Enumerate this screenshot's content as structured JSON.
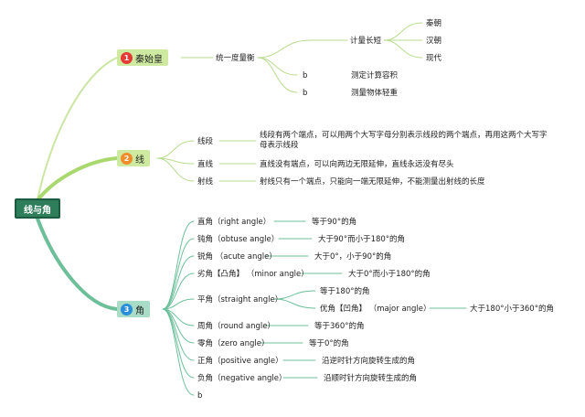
{
  "root": {
    "label": "线与角"
  },
  "branches": [
    {
      "label": "秦始皇",
      "badge": "1",
      "badge_color": "#e53935",
      "color": "#cdeaa0",
      "children": [
        {
          "label": "统一度量衡",
          "children": [
            {
              "label": "计量长短",
              "children": [
                {
                  "label": "秦朝"
                },
                {
                  "label": "汉朝"
                },
                {
                  "label": "现代"
                }
              ]
            },
            {
              "label": "测定计算容积",
              "prefix": "b"
            },
            {
              "label": "测量物体轻重",
              "prefix": "b"
            }
          ]
        }
      ]
    },
    {
      "label": "线",
      "badge": "2",
      "badge_color": "#f08c2a",
      "color": "#cdeaa0",
      "children": [
        {
          "label": "线段",
          "desc": "线段有两个端点，可以用两个大写字母分别表示线段的两个端点，再用这两个大写字母表示线段"
        },
        {
          "label": "直线",
          "desc": "直线没有端点，可以向两边无限延伸，直线永远没有尽头"
        },
        {
          "label": "射线",
          "desc": "射线只有一个端点，只能向一端无限延伸，不能测量出射线的长度"
        }
      ]
    },
    {
      "label": "角",
      "badge": "3",
      "badge_color": "#2a8fd8",
      "color": "#a8dcc7",
      "children": [
        {
          "label": "直角（right angle）",
          "desc": "等于90°的角"
        },
        {
          "label": "钝角（obtuse angle）",
          "desc": "大于90°而小于180°的角"
        },
        {
          "label": "锐角 （acute angle）",
          "desc": "大于0°，小于90°的角"
        },
        {
          "label": "劣角【凸角】 （minor angle）",
          "desc": "大于0°而小于180°的角"
        },
        {
          "label": "平角（straight angle）",
          "desc": "等于180°的角",
          "sub": {
            "label": "优角【凹角】 （major angle）",
            "desc": "大于180°小于360°的角"
          }
        },
        {
          "label": "周角（round angle）",
          "desc": "等于360°的角"
        },
        {
          "label": "零角（zero angle）",
          "desc": "等于0°的角"
        },
        {
          "label": "正角（positive angle）",
          "desc": "沿逆时针方向旋转生成的角"
        },
        {
          "label": "负角（negative angle）",
          "desc": "沿顺时针方向旋转生成的角"
        },
        {
          "label": "b"
        }
      ]
    }
  ],
  "colors": {
    "branch_line": "#a8d86e",
    "angle_line": "#6dbf9a",
    "thin_line": "#b9dc8e"
  }
}
